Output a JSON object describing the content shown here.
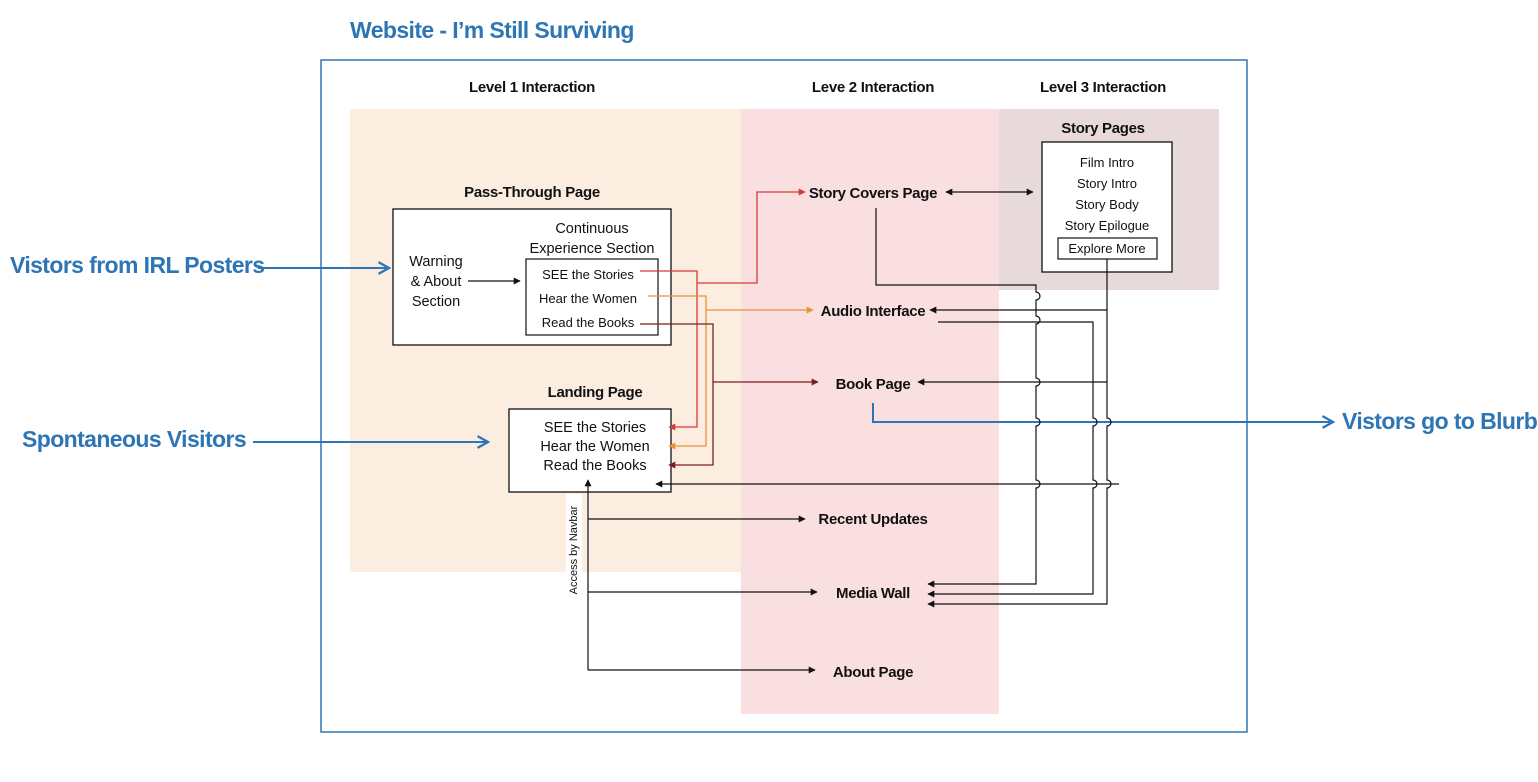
{
  "title": "Website - I’m Still Surviving",
  "colors": {
    "blue": "#2e75b6",
    "level1_zone": "#fbeee1",
    "level2_zone": "#f9dfe0",
    "level3_zone": "#e8dada",
    "red_arrow": "#d63a36",
    "orange_arrow": "#e8913a",
    "darkred_arrow": "#7a1f1f"
  },
  "levels": {
    "level1": "Level 1 Interaction",
    "level2": "Leve 2 Interaction",
    "level3": "Level 3 Interaction"
  },
  "external": {
    "posters": "Vistors from IRL Posters",
    "spontaneous": "Spontaneous Visitors",
    "blurb": "Vistors go to Blurb"
  },
  "pass_through": {
    "title": "Pass-Through Page",
    "warning_lines": [
      "Warning",
      "& About",
      "Section"
    ],
    "continuous_lines": [
      "Continuous",
      "Experience Section"
    ],
    "items": [
      "SEE the Stories",
      "Hear the Women",
      "Read the Books"
    ]
  },
  "landing": {
    "title": "Landing Page",
    "items": [
      "SEE the Stories",
      "Hear the Women",
      "Read the Books"
    ],
    "navbar_label": "Access by Navbar"
  },
  "story_pages": {
    "title": "Story Pages",
    "items": [
      "Film Intro",
      "Story Intro",
      "Story Body",
      "Story Epilogue"
    ],
    "explore": "Explore More"
  },
  "level2_nodes": {
    "story_covers": "Story Covers Page",
    "audio": "Audio Interface",
    "book": "Book Page",
    "recent": "Recent Updates",
    "media": "Media Wall",
    "about": "About Page"
  }
}
